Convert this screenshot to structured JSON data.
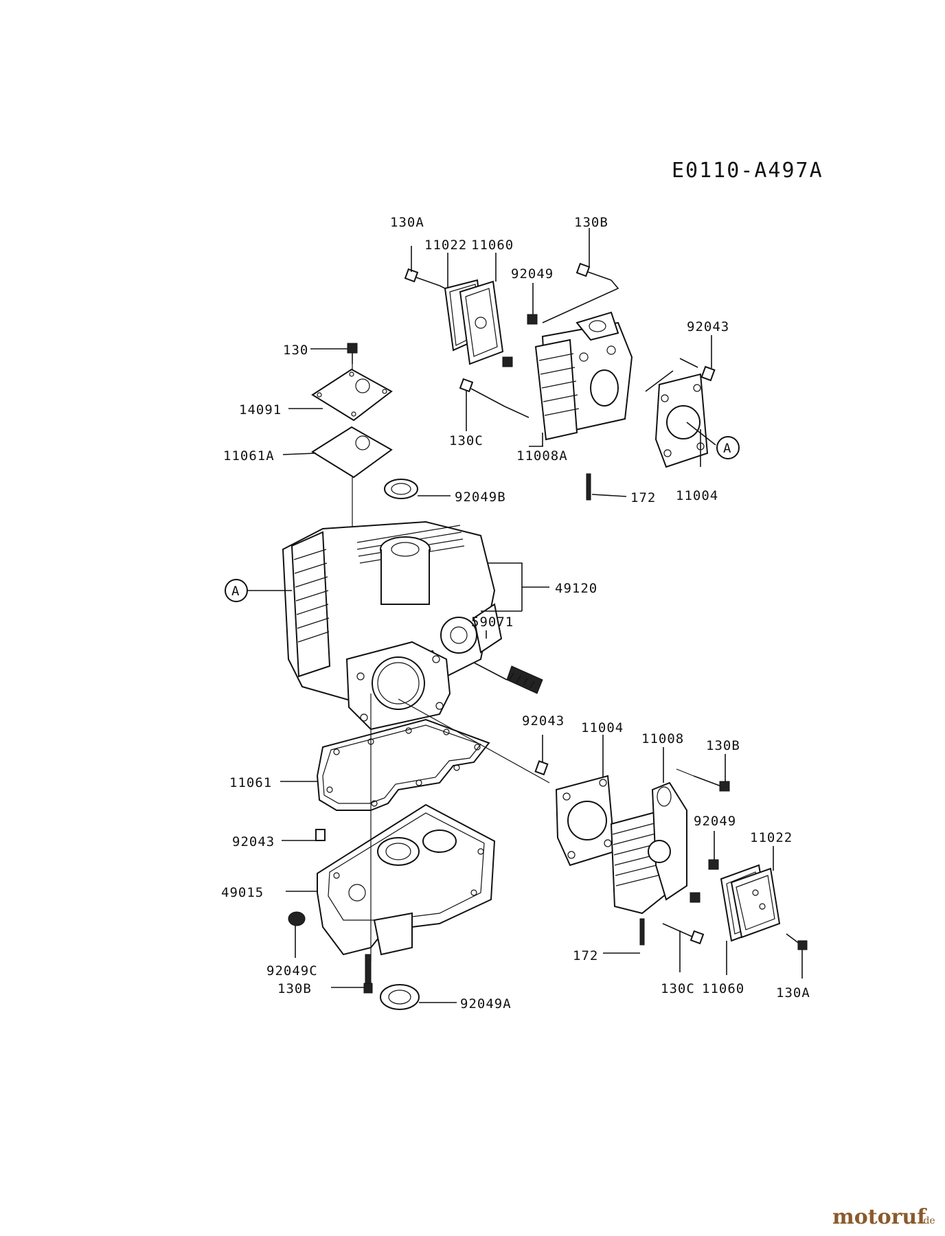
{
  "diagram_code": "E0110-A497A",
  "callout_letter": "A",
  "watermark": {
    "name": "motoruf",
    "suffix": ".de"
  },
  "parts": {
    "p130A_top": "130A",
    "p11022_top": "11022",
    "p11060_top": "11060",
    "p130B_top": "130B",
    "p92049_top": "92049",
    "p92043_top": "92043",
    "p130_top": "130",
    "p14091": "14091",
    "p11061A": "11061A",
    "p130C_top": "130C",
    "p11008A": "11008A",
    "p172_top": "172",
    "p11004_top": "11004",
    "p92049B": "92049B",
    "p49120": "49120",
    "p59071": "59071",
    "p92043_mid": "92043",
    "p11004_mid": "11004",
    "p11008": "11008",
    "p130B_mid": "130B",
    "p11061": "11061",
    "p92043_low": "92043",
    "p92049_mid": "92049",
    "p11022_low": "11022",
    "p49015": "49015",
    "p172_low": "172",
    "p92049C": "92049C",
    "p130B_low": "130B",
    "p130C_low": "130C",
    "p11060_low": "11060",
    "p130A_low": "130A",
    "p92049A": "92049A"
  }
}
